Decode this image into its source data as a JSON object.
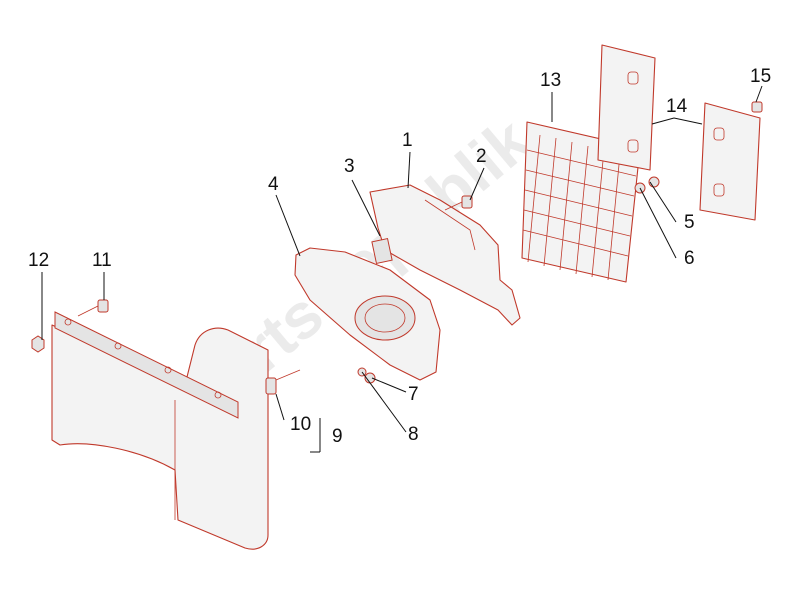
{
  "watermark": "PartsRepublik",
  "callouts": [
    {
      "id": "1",
      "label": "1"
    },
    {
      "id": "2",
      "label": "2"
    },
    {
      "id": "3",
      "label": "3"
    },
    {
      "id": "4",
      "label": "4"
    },
    {
      "id": "5",
      "label": "5"
    },
    {
      "id": "6",
      "label": "6"
    },
    {
      "id": "7",
      "label": "7"
    },
    {
      "id": "8",
      "label": "8"
    },
    {
      "id": "9",
      "label": "9"
    },
    {
      "id": "10",
      "label": "10"
    },
    {
      "id": "11",
      "label": "11"
    },
    {
      "id": "12",
      "label": "12"
    },
    {
      "id": "13",
      "label": "13"
    },
    {
      "id": "14",
      "label": "14"
    },
    {
      "id": "15",
      "label": "15"
    }
  ],
  "colors": {
    "part_outline": "#c0392b",
    "part_fill": "#f3f3f3",
    "callout_text": "#111111"
  }
}
